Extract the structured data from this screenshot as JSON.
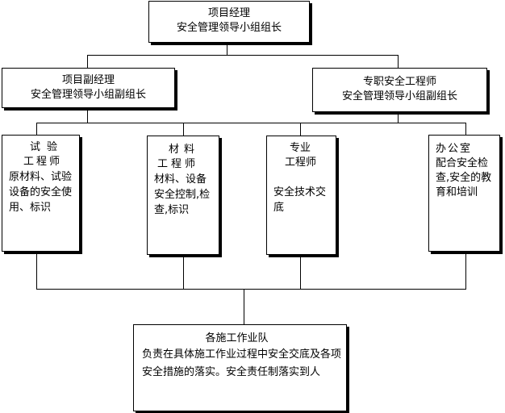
{
  "top": {
    "line1": "项目经理",
    "line2": "安全管理领导小组组长"
  },
  "deputy": {
    "line1": "项目副经理",
    "line2": "安全管理领导小组副组长"
  },
  "safety_engineer": {
    "line1": "专职安全工程师",
    "line2": "安全管理领导小组副组长"
  },
  "test_engineer": {
    "title1": "试验",
    "title2": "工程师",
    "desc": "原材料、试验设备的安全使用、标识"
  },
  "material_engineer": {
    "title1": "材料",
    "title2": "工程师",
    "desc": "材料、设备安全控制,检查,标识"
  },
  "professional_engineer": {
    "title1": "专业",
    "title2": "工程师",
    "desc": "安全技术交底"
  },
  "office": {
    "title1": "办公室",
    "desc": "配合安全检查,安全的教育和培训"
  },
  "crew": {
    "title": "各施工作业队",
    "desc": "负责在具体施工作业过程中安全交底及各项安全措施的落实。安全责任制落实到人"
  }
}
